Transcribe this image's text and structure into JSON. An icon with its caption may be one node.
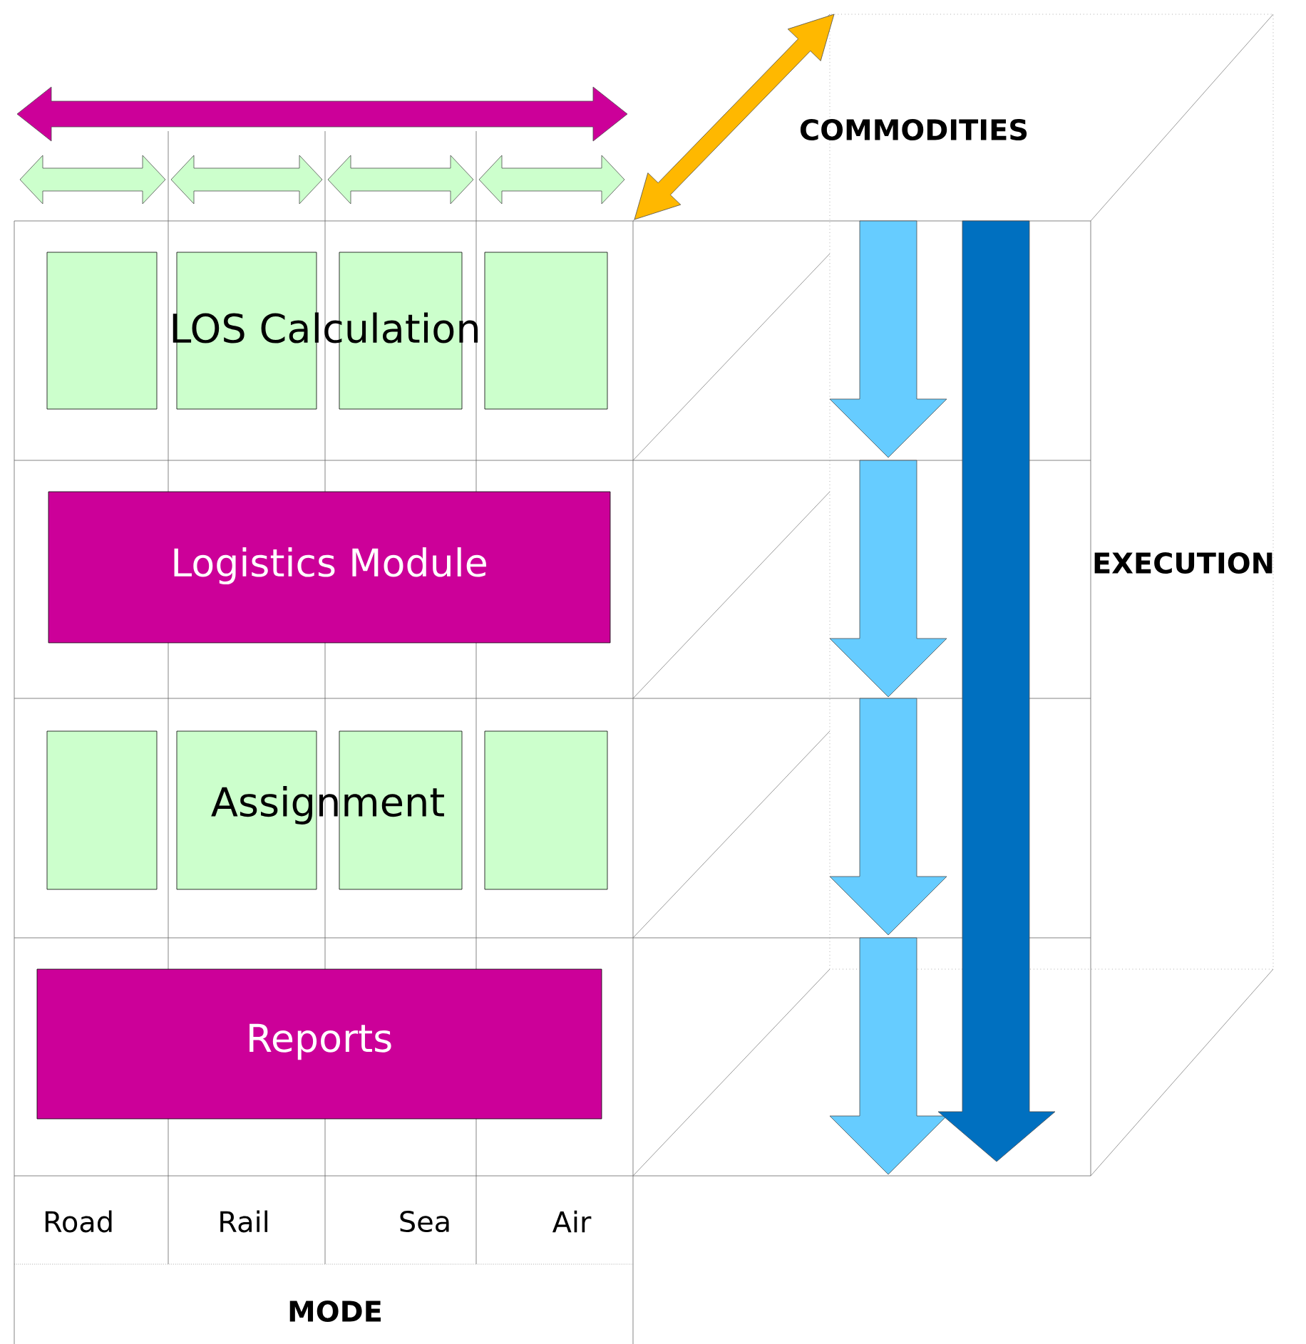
{
  "diagram": {
    "nodes": [
      {
        "text": [
          "LOS Calculation"
        ]
      },
      {
        "text": [],
        "shape": "box"
      },
      {
        "text": [],
        "shape": "box"
      },
      {
        "text": [],
        "shape": "box"
      },
      {
        "text": [],
        "shape": "box"
      },
      {
        "text": [
          "Logistics Module"
        ]
      },
      {
        "text": [
          "Assignment"
        ]
      },
      {
        "text": [],
        "shape": "box"
      },
      {
        "text": [],
        "shape": "box"
      },
      {
        "text": [],
        "shape": "box"
      },
      {
        "text": [],
        "shape": "box"
      },
      {
        "text": [
          "Reports"
        ]
      }
    ],
    "labels": [
      "COMMODITIES",
      "EXECUTION",
      "Road",
      "Rail",
      "Sea",
      "Air",
      "MODE"
    ]
  }
}
